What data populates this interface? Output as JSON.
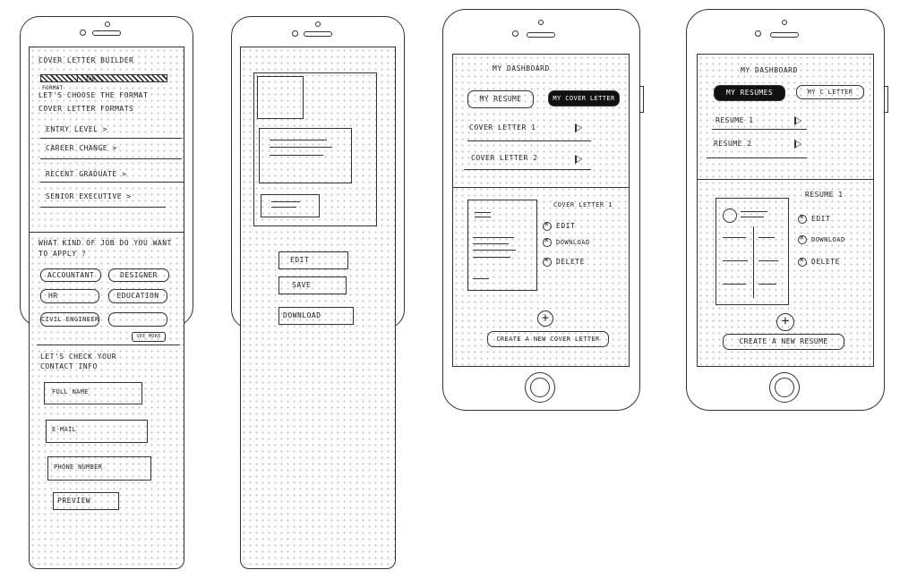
{
  "screen1": {
    "title": "COVER LETTER BUILDER",
    "format_label": "FORMAT",
    "job_label": "JOB",
    "heading": "LET'S CHOOSE THE FORMAT",
    "subheading": "COVER LETTER FORMATS",
    "formats": [
      "ENTRY LEVEL >",
      "CAREER CHANGE >",
      "RECENT GRADUATE >",
      "SENIOR EXECUTIVE >"
    ],
    "job_question": "WHAT KIND OF JOB DO YOU WANT TO APPLY ?",
    "jobs": [
      "ACCOUNTANT",
      "DESIGNER",
      "HR",
      "EDUCATION",
      "CIVIL ENGINEER"
    ],
    "see_more": "SEE MORE",
    "contact_heading": "LET'S CHECK YOUR CONTACT INFO",
    "fields": [
      "FULL NAME",
      "E-MAIL",
      "PHONE NUMBER"
    ],
    "preview": "PREVIEW"
  },
  "screen2": {
    "edit": "EDIT",
    "save": "SAVE",
    "download": "DOWNLOAD"
  },
  "screen3": {
    "title": "MY DASHBOARD",
    "tab_resume": "MY RESUME",
    "tab_cover": "MY COVER LETTER",
    "items": [
      "COVER LETTER 1",
      "COVER LETTER 2"
    ],
    "preview_title": "COVER LETTER 1",
    "actions": [
      "EDIT",
      "DOWNLOAD",
      "DELETE"
    ],
    "create": "CREATE A NEW COVER LETTER"
  },
  "screen4": {
    "title": "MY DASHBOARD",
    "tab_resumes": "MY RESUMES",
    "tab_cover": "MY C LETTER",
    "items": [
      "RESUME 1",
      "RESUME 2"
    ],
    "preview_title": "RESUME 1",
    "actions": [
      "EDIT",
      "DOWNLOAD",
      "DELETE"
    ],
    "create": "CREATE A NEW RESUME"
  }
}
